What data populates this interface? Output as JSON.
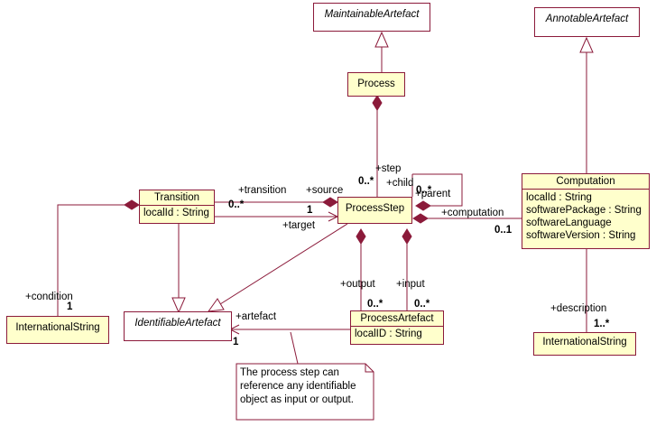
{
  "classes": {
    "maintainable": "MaintainableArtefact",
    "annotable": "AnnotableArtefact",
    "process": "Process",
    "process_step": "ProcessStep",
    "transition": {
      "name": "Transition",
      "attrs": [
        "localId : String"
      ]
    },
    "computation": {
      "name": "Computation",
      "attrs": [
        "localId : String",
        "softwarePackage : String",
        "softwareLanguage",
        "softwareVersion : String"
      ]
    },
    "intl_string_left": "InternationalString",
    "intl_string_right": "InternationalString",
    "identifiable": "IdentifiableArtefact",
    "process_artefact": {
      "name": "ProcessArtefact",
      "attrs": [
        "localID : String"
      ]
    }
  },
  "labels": {
    "step": "+step",
    "step_mult": "0..*",
    "child": "+child",
    "child_mult": "0..*",
    "parent": "+parent",
    "transition": "+transition",
    "transition_mult": "0..*",
    "source": "+source",
    "source_mult": "1",
    "target": "+target",
    "computation": "+computation",
    "computation_mult": "0..1",
    "condition": "+condition",
    "condition_mult": "1",
    "output": "+output",
    "output_mult": "0..*",
    "input": "+input",
    "input_mult": "0..*",
    "artefact": "+artefact",
    "artefact_mult": "1",
    "description": "+description",
    "description_mult": "1..*"
  },
  "note": {
    "lines": [
      "The process step can",
      "reference any identifiable",
      "object as input or output."
    ]
  },
  "colors": {
    "line": "#8b1a3a",
    "fill": "#ffffcc"
  }
}
